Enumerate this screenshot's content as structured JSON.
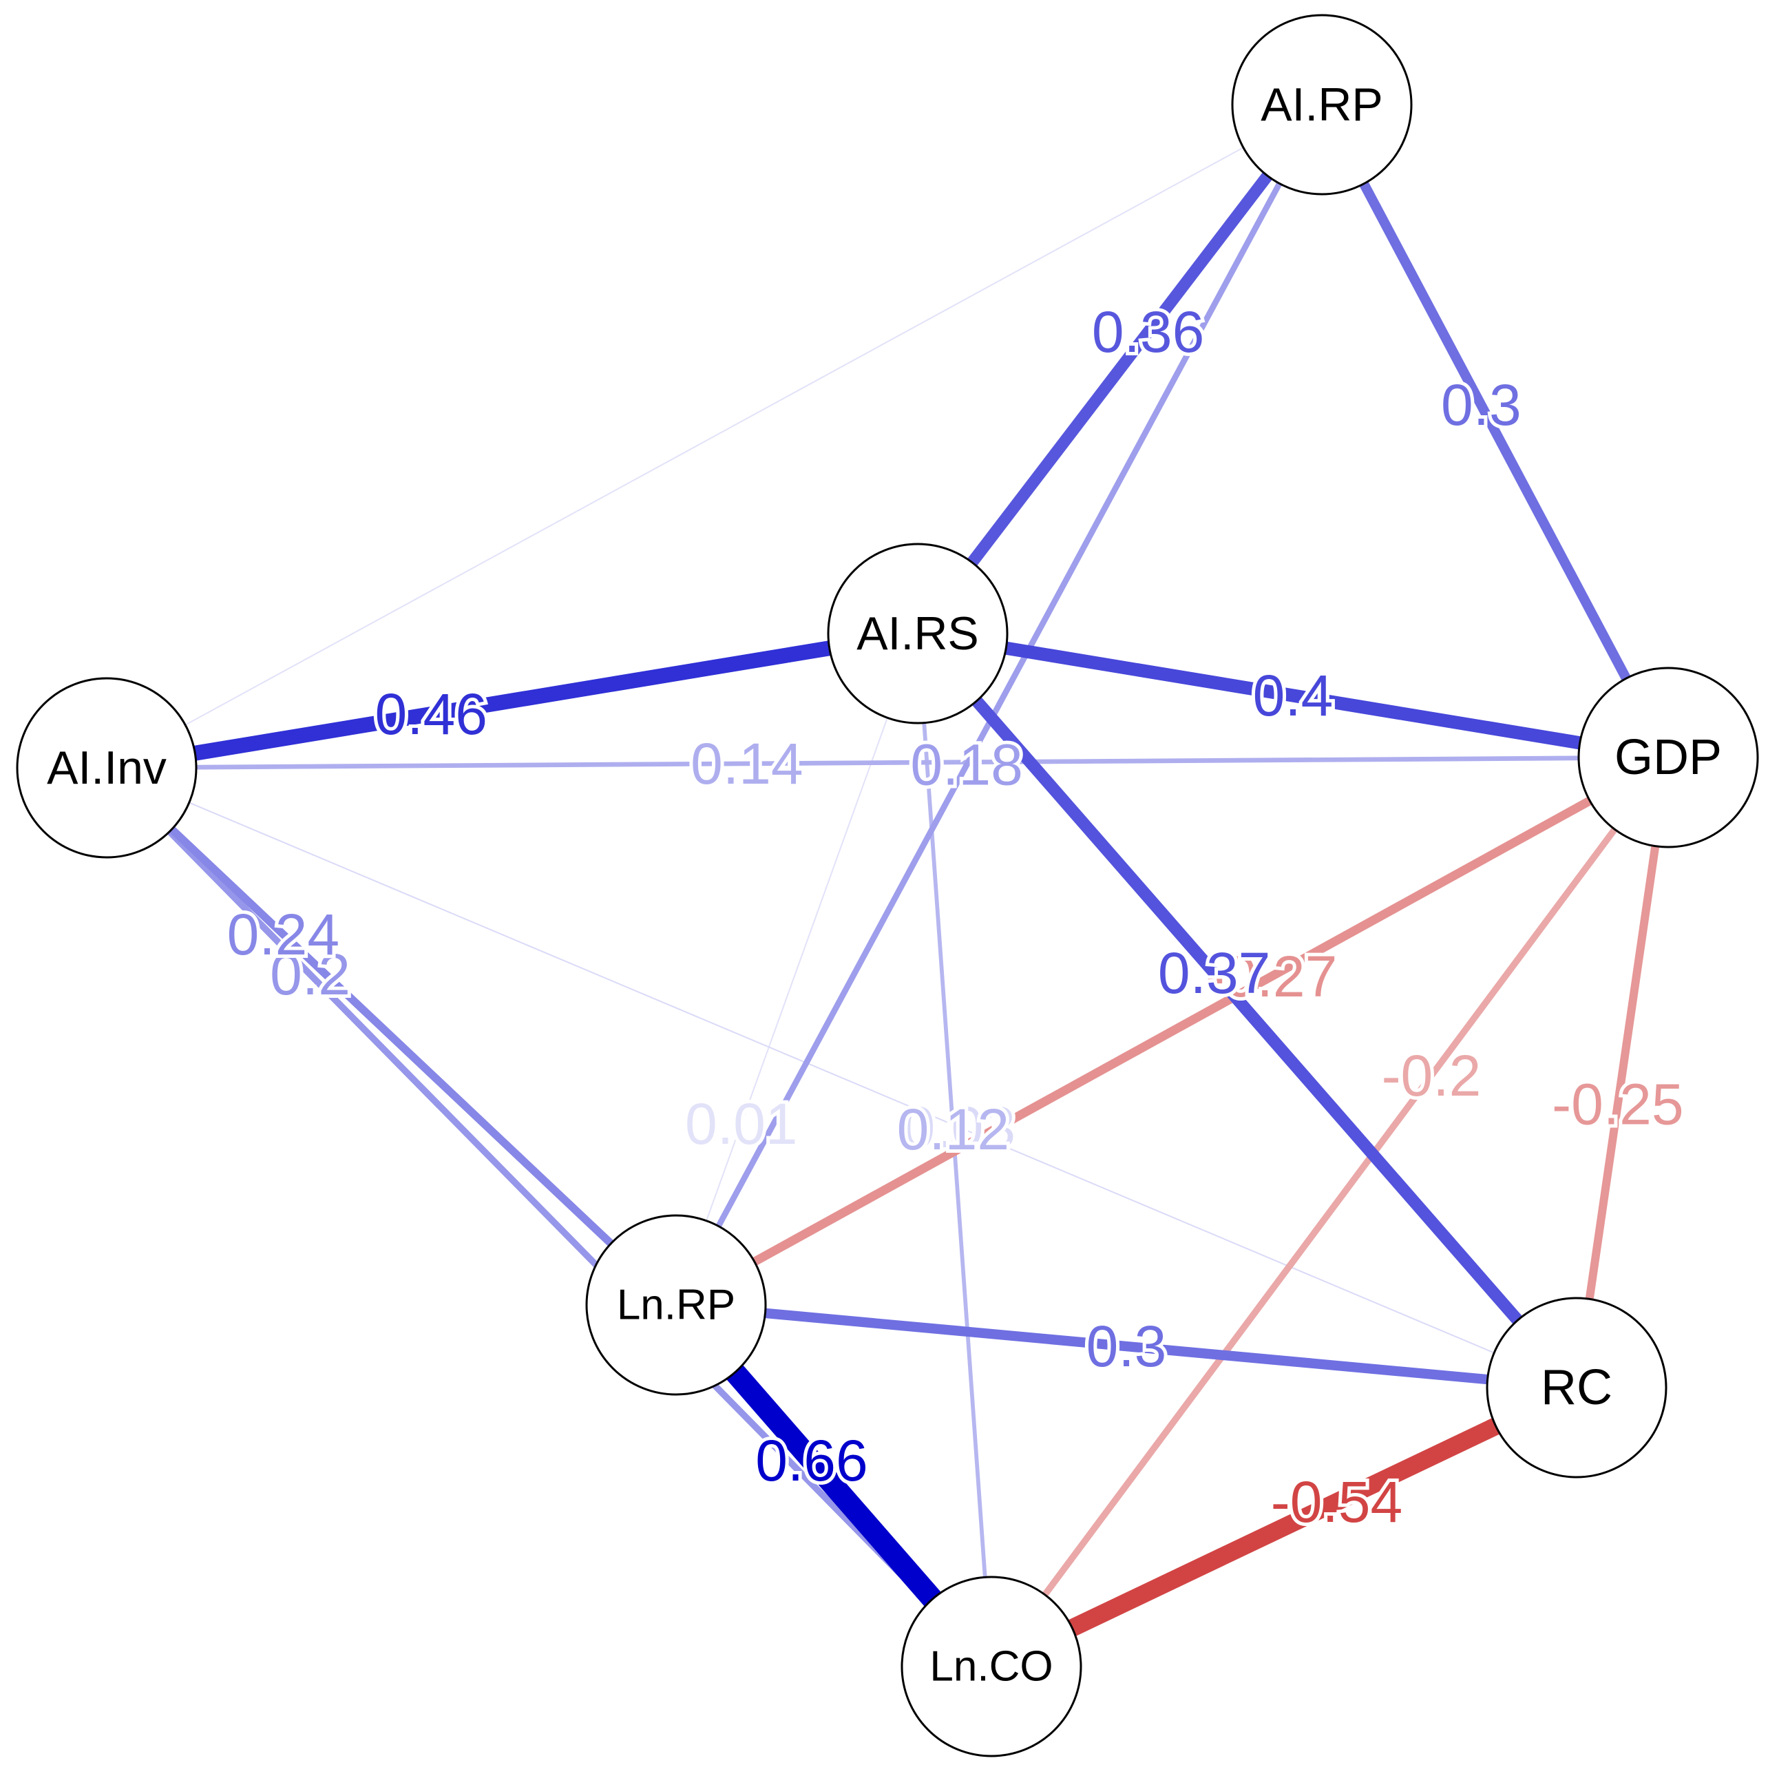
{
  "nodes": [
    {
      "id": "AI.RP",
      "label": "AI.RP"
    },
    {
      "id": "AI.RS",
      "label": "AI.RS"
    },
    {
      "id": "AI.Inv",
      "label": "AI.Inv"
    },
    {
      "id": "GDP",
      "label": "GDP"
    },
    {
      "id": "Ln.RP",
      "label": "Ln.RP"
    },
    {
      "id": "RC",
      "label": "RC"
    },
    {
      "id": "Ln.CO",
      "label": "Ln.CO"
    }
  ],
  "edges": [
    {
      "from": "AI.Inv",
      "to": "AI.RP",
      "weight": 0.01,
      "label": ""
    },
    {
      "from": "Ln.RP",
      "to": "AI.RS",
      "weight": 0.01,
      "label": "0.01"
    },
    {
      "from": "AI.Inv",
      "to": "RC",
      "weight": 0.03,
      "label": "0.03"
    },
    {
      "from": "AI.Inv",
      "to": "GDP",
      "weight": 0.14,
      "label": "0.14"
    },
    {
      "from": "AI.RS",
      "to": "Ln.CO",
      "weight": 0.12,
      "label": "0.12"
    },
    {
      "from": "AI.RP",
      "to": "Ln.RP",
      "weight": 0.18,
      "label": "0.18"
    },
    {
      "from": "GDP",
      "to": "Ln.CO",
      "weight": -0.2,
      "label": "-0.2"
    },
    {
      "from": "AI.Inv",
      "to": "Ln.CO",
      "weight": 0.2,
      "label": "0.2"
    },
    {
      "from": "AI.Inv",
      "to": "Ln.RP",
      "weight": 0.24,
      "label": "0.24"
    },
    {
      "from": "GDP",
      "to": "RC",
      "weight": -0.25,
      "label": "-0.25"
    },
    {
      "from": "GDP",
      "to": "Ln.RP",
      "weight": -0.27,
      "label": "-0.27"
    },
    {
      "from": "AI.RP",
      "to": "GDP",
      "weight": 0.3,
      "label": "0.3"
    },
    {
      "from": "Ln.RP",
      "to": "RC",
      "weight": 0.3,
      "label": "0.3"
    },
    {
      "from": "AI.RP",
      "to": "AI.RS",
      "weight": 0.36,
      "label": "0.36"
    },
    {
      "from": "AI.RS",
      "to": "RC",
      "weight": 0.37,
      "label": "0.37"
    },
    {
      "from": "AI.RS",
      "to": "GDP",
      "weight": 0.4,
      "label": "0.4"
    },
    {
      "from": "AI.Inv",
      "to": "AI.RS",
      "weight": 0.46,
      "label": "0.46"
    },
    {
      "from": "RC",
      "to": "Ln.CO",
      "weight": -0.54,
      "label": "-0.54"
    },
    {
      "from": "Ln.RP",
      "to": "Ln.CO",
      "weight": 0.66,
      "label": "0.66"
    }
  ],
  "colors": {
    "positive": "#0000cc",
    "negative": "#cc2a2a",
    "node_fill": "#ffffff",
    "node_stroke": "#000000"
  }
}
